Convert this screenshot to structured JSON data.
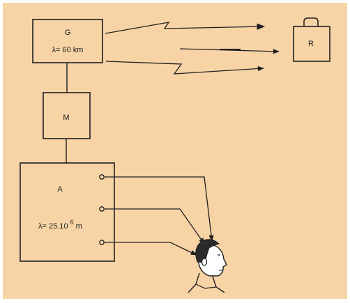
{
  "colors": {
    "background": "#f7d3a6",
    "ink": "#1f1f1f",
    "skin": "#ffffff",
    "hair": "#2a2a2a"
  },
  "boxes": {
    "generator": {
      "name": "G",
      "value": "λ= 60  km"
    },
    "modulator": {
      "name": "M"
    },
    "amplifier": {
      "name": "A",
      "value_prefix": "λ= 25.10",
      "value_exp": "6",
      "value_unit": " m"
    },
    "receiver": {
      "name": "R"
    }
  },
  "icons": {
    "listener": "human-head-icon",
    "receiver": "receiver-box-icon",
    "outlet": "ring-terminal-icon"
  }
}
